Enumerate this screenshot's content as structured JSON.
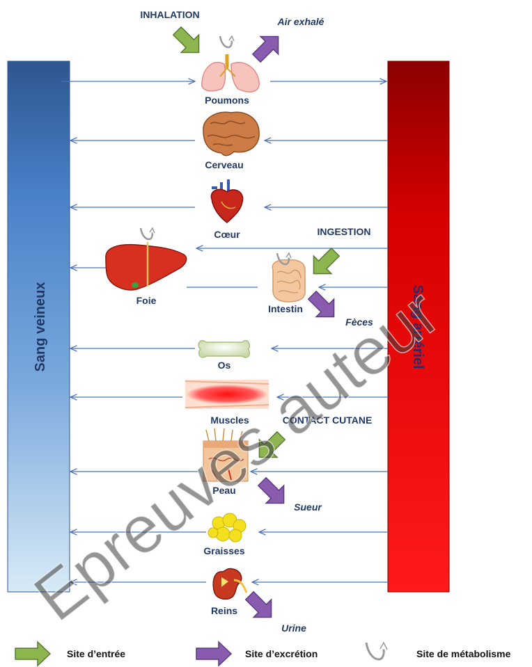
{
  "bars": {
    "venous_label": "Sang veineux",
    "arterial_label": "Sang artériel",
    "venous_colors": [
      "#2e5590",
      "#5b93d6",
      "#d8eaf6"
    ],
    "arterial_colors": [
      "#8b0000",
      "#e00000",
      "#ff1a1a"
    ]
  },
  "organs": {
    "poumons": "Poumons",
    "cerveau": "Cerveau",
    "coeur": "Cœur",
    "foie": "Foie",
    "intestin": "Intestin",
    "os": "Os",
    "muscles": "Muscles",
    "peau": "Peau",
    "graisses": "Graisses",
    "reins": "Reins"
  },
  "routes": {
    "inhalation": "INHALATION",
    "ingestion": "INGESTION",
    "contact_cutane": "CONTACT CUTANE"
  },
  "excretion": {
    "air_exhale": "Air exhalé",
    "feces": "Fèces",
    "sueur": "Sueur",
    "urine": "Urine"
  },
  "legend": {
    "entry": "Site d’entrée",
    "excretion": "Site d’excrétion",
    "metabolism": "Site de métabolisme"
  },
  "watermark": "Epreuves auteur",
  "colors": {
    "flow_line": "#4a72b8",
    "entry_arrow": "#8db650",
    "excretion_arrow": "#8a5cb0",
    "label_text": "#1f3864"
  },
  "icons": [
    "lungs-icon",
    "brain-icon",
    "heart-icon",
    "liver-icon",
    "intestine-icon",
    "bone-icon",
    "muscle-icon",
    "skin-icon",
    "fat-icon",
    "kidney-icon",
    "metabolism-icon"
  ]
}
